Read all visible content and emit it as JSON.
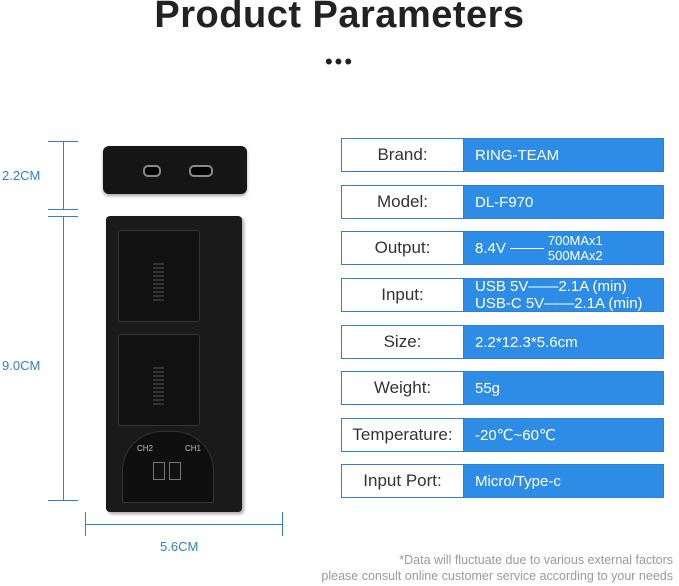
{
  "header": {
    "title": "Product Parameters",
    "dots": "•••"
  },
  "dimensions": {
    "height_top": "2.2CM",
    "height_body": "9.0CM",
    "width": "5.6CM"
  },
  "device": {
    "ch2_label": "CH2",
    "ch1_label": "CH1"
  },
  "specs": [
    {
      "label": "Brand:",
      "value": "RING-TEAM"
    },
    {
      "label": "Model:",
      "value": "DL-F970"
    },
    {
      "label": "Output:",
      "value_main": "8.4V",
      "value_line1": "700MAx1",
      "value_line2": "500MAx2"
    },
    {
      "label": "Input:",
      "value_line1": "USB 5V——2.1A (min)",
      "value_line2": "USB-C 5V——2.1A (min)"
    },
    {
      "label": "Size:",
      "value": "2.2*12.3*5.6cm"
    },
    {
      "label": "Weight:",
      "value": "55g"
    },
    {
      "label": "Temperature:",
      "value": "-20℃~60℃"
    },
    {
      "label": "Input Port:",
      "value": "Micro/Type-c"
    }
  ],
  "notes": {
    "line1": "*Data will fluctuate due to various external factors",
    "line2": "please consult online customer service according to your needs"
  },
  "colors": {
    "accent": "#2d8ce6",
    "dimension": "#2f7fd6"
  }
}
